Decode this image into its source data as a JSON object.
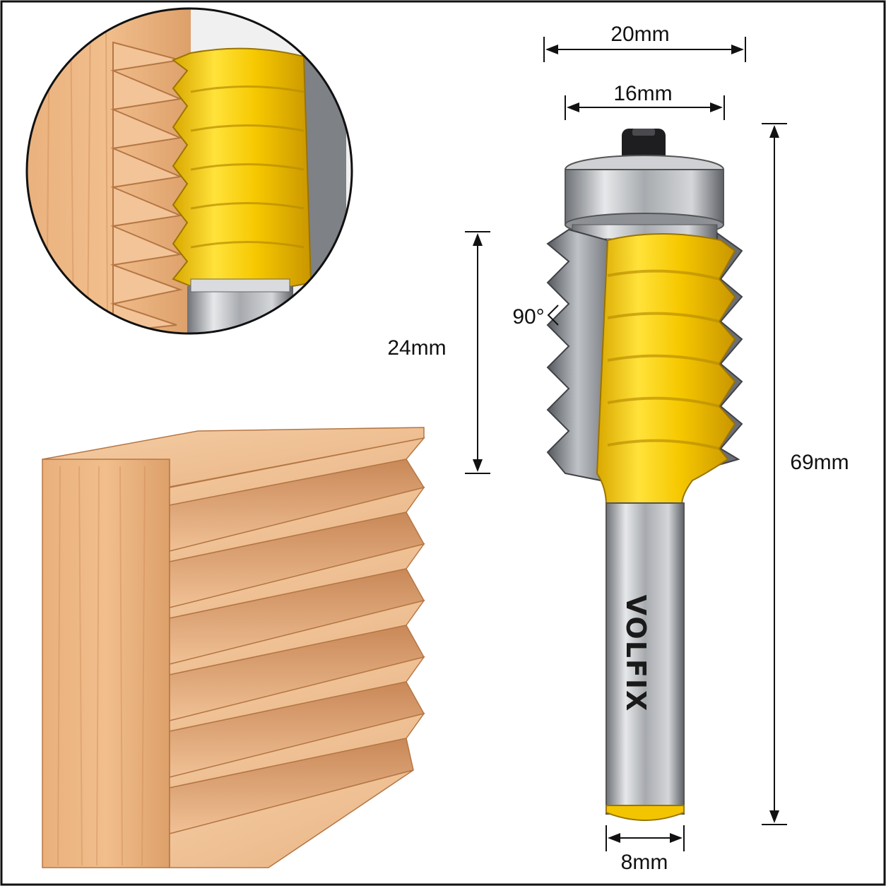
{
  "dimensions": {
    "overall_width": "20mm",
    "cutter_width": "16mm",
    "cutting_height": "24mm",
    "total_length": "69mm",
    "shank_diameter": "8mm",
    "angle": "90°"
  },
  "brand": "VOLFIX",
  "colors": {
    "body_yellow": "#F2C500",
    "wood": "#E0A46E",
    "steel": "#9A9DA2"
  }
}
